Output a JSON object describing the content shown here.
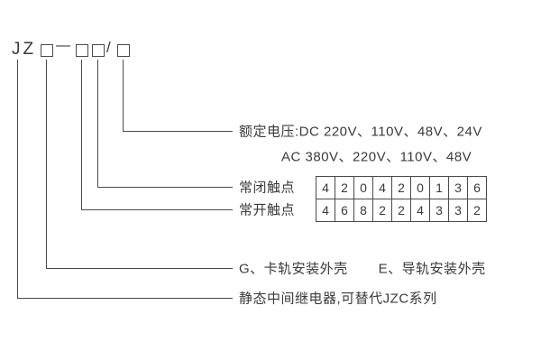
{
  "model": {
    "prefix": "JZ",
    "separator_dash": "—",
    "separator_slash": "/"
  },
  "annotations": {
    "rated_voltage_line1": "额定电压:DC 220V、110V、48V、24V",
    "rated_voltage_line2": "AC 380V、220V、110V、48V",
    "nc_label": "常闭触点",
    "no_label": "常开触点",
    "shell_g": "G、卡轨安装外壳",
    "shell_e": "E、导轨安装外壳",
    "series_desc": "静态中间继电器,可替代JZC系列"
  },
  "contact_table": {
    "nc_row": [
      "4",
      "2",
      "0",
      "4",
      "2",
      "0",
      "1",
      "3",
      "6"
    ],
    "no_row": [
      "4",
      "6",
      "8",
      "2",
      "2",
      "4",
      "3",
      "3",
      "2"
    ]
  },
  "colors": {
    "text": "#3a3a3a",
    "line": "#4a4a4a",
    "background": "#ffffff"
  }
}
